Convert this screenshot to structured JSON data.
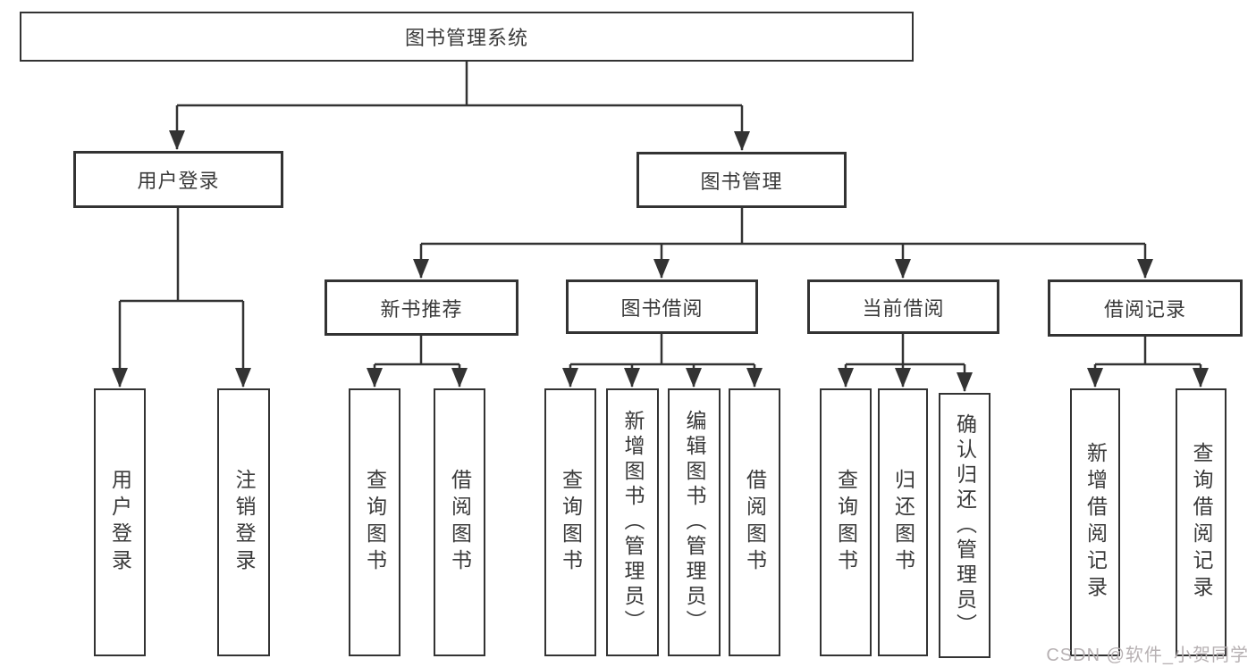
{
  "title": "图书管理系统",
  "watermark": "CSDN @软件_小贺同学",
  "colors": {
    "line": "#333333",
    "box_border": "#333333",
    "text": "#3a3a3a",
    "watermark": "#b7b1b3",
    "background": "#ffffff"
  },
  "branches": {
    "user_login": {
      "label": "用户登录",
      "children": [
        "用户登录",
        "注销登录"
      ]
    },
    "book_management": {
      "label": "图书管理",
      "sections": [
        {
          "label": "新书推荐",
          "children": [
            "查询图书",
            "借阅图书"
          ]
        },
        {
          "label": "图书借阅",
          "children": [
            "查询图书",
            "新增图书（管理员）",
            "编辑图书（管理员）",
            "借阅图书"
          ]
        },
        {
          "label": "当前借阅",
          "children": [
            "查询图书",
            "归还图书",
            "确认归还（管理员）"
          ]
        },
        {
          "label": "借阅记录",
          "children": [
            "新增借阅记录",
            "查询借阅记录"
          ]
        }
      ]
    }
  }
}
